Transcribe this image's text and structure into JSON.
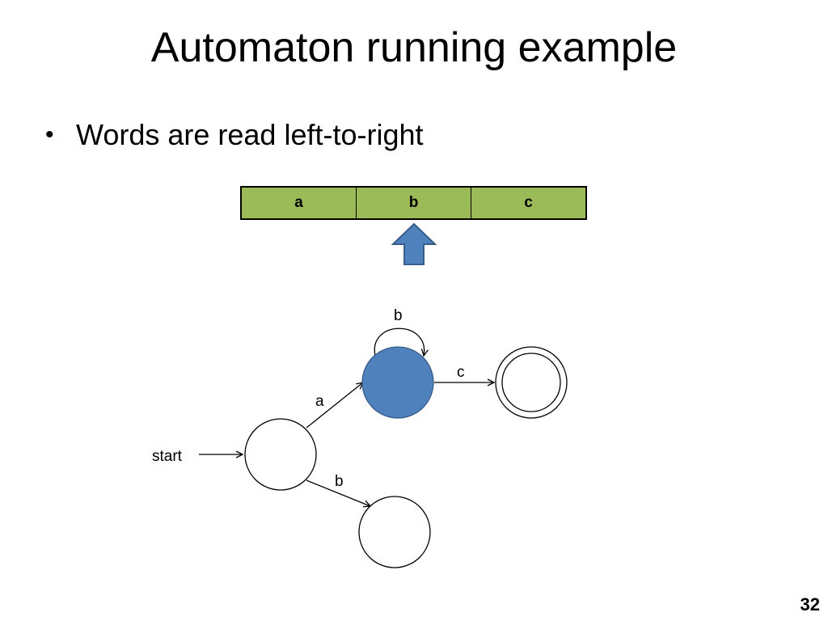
{
  "slide": {
    "title": "Automaton running example",
    "bullets": [
      "Words are read left-to-right"
    ],
    "page_number": "32"
  },
  "tape": {
    "cells": [
      "a",
      "b",
      "c"
    ],
    "head_index": 1,
    "cell_color": "#9bbb59"
  },
  "automaton": {
    "start_label": "start",
    "active_state_color": "#4f81bd",
    "states": [
      {
        "id": "q0",
        "role": "start",
        "active": false,
        "accepting": false
      },
      {
        "id": "q1",
        "role": "middle",
        "active": true,
        "accepting": false
      },
      {
        "id": "q2",
        "role": "final",
        "active": false,
        "accepting": true
      },
      {
        "id": "q3",
        "role": "lower",
        "active": false,
        "accepting": false
      }
    ],
    "transitions": [
      {
        "from": "q0",
        "to": "q1",
        "label": "a"
      },
      {
        "from": "q1",
        "to": "q1",
        "label": "b"
      },
      {
        "from": "q1",
        "to": "q2",
        "label": "c"
      },
      {
        "from": "q0",
        "to": "q3",
        "label": "b"
      }
    ]
  }
}
